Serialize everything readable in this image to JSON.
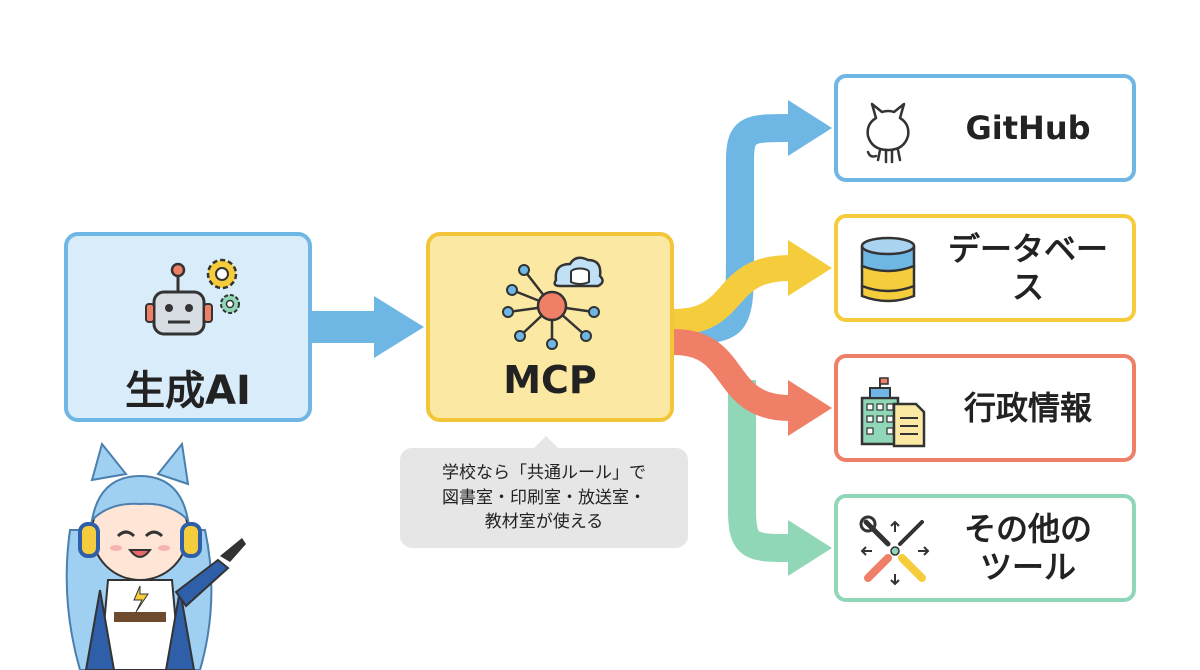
{
  "nodes": {
    "ai": {
      "label": "生成AI",
      "icon": "robot-with-gears-icon"
    },
    "mcp": {
      "label": "MCP",
      "icon": "network-hub-cloud-database-icon"
    }
  },
  "callout": {
    "lines": [
      "学校なら「共通ルール」で",
      "図書室・印刷室・放送室・",
      "教材室が使える"
    ]
  },
  "targets": [
    {
      "label": "GitHub",
      "icon": "github-octocat-icon",
      "color": "#6eb7e4"
    },
    {
      "label": "データベース",
      "icon": "database-stack-icon",
      "color": "#f5cd3c"
    },
    {
      "label": "行政情報",
      "icon": "government-building-document-icon",
      "color": "#f07f67"
    },
    {
      "label_line1": "その他の",
      "label_line2": "ツール",
      "icon": "tools-icon",
      "color": "#8fd7b7"
    }
  ],
  "colors": {
    "ai_fill": "#d9ecf9",
    "ai_border": "#6eb7e4",
    "mcp_fill": "#fbe9a3",
    "mcp_border": "#f3c63a",
    "arrow_blue": "#6eb7e4",
    "arrow_yellow": "#f5cd3c",
    "arrow_red": "#f07f67",
    "arrow_green": "#8fd7b7"
  },
  "mascot": "cat-eared-anime-girl-mascot"
}
